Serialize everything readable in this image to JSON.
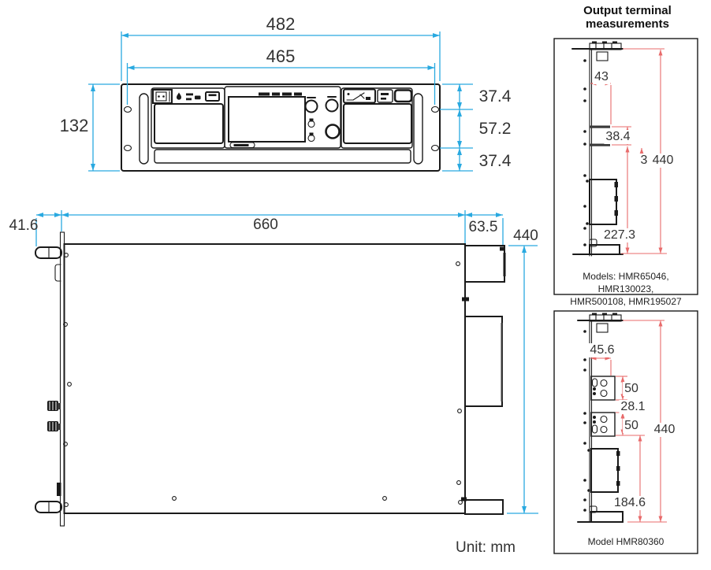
{
  "header": {
    "title_line1": "Output terminal",
    "title_line2": "measurements"
  },
  "unit_note": "Unit: mm",
  "front_view": {
    "width_total": "482",
    "width_mounting": "465",
    "height_total": "132",
    "height_top": "37.4",
    "height_middle": "57.2",
    "height_bottom": "37.4"
  },
  "top_view": {
    "front_depth": "41.6",
    "body_length": "660",
    "rear_depth": "63.5",
    "width": "440"
  },
  "panel_models": {
    "dim_terminal_offset": "43",
    "dim_bar_spacing": "38.4",
    "dim_bar_thickness": "3",
    "dim_total_height": "440",
    "dim_bottom_offset": "227.3",
    "caption_line1": "Models: HMR65046, HMR130023,",
    "caption_line2": "HMR500108, HMR195027"
  },
  "panel_hmr80360": {
    "dim_terminal_offset": "45.6",
    "dim_block1_height": "50",
    "dim_block_gap": "28.1",
    "dim_block2_height": "50",
    "dim_total_height": "440",
    "dim_bottom_offset": "184.6",
    "caption": "Model HMR80360"
  },
  "colors": {
    "dimension_blue": "#29a9e0",
    "dimension_red": "#e86b6b",
    "line_black": "#1a1a1a"
  }
}
